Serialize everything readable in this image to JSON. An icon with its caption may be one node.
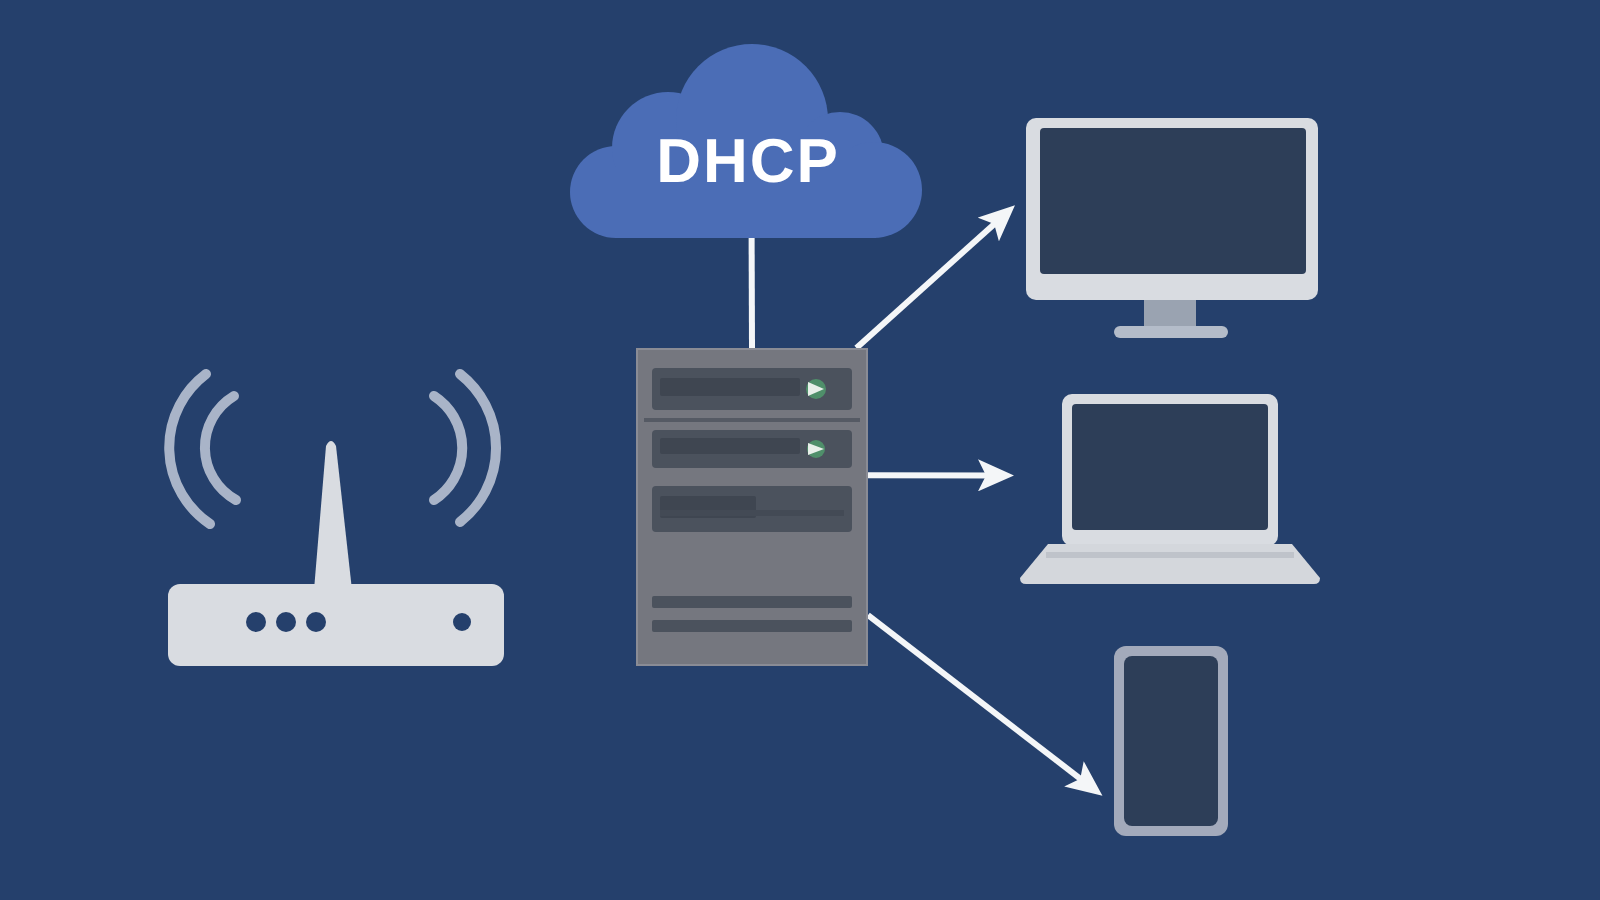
{
  "diagram": {
    "nodes": [
      {
        "text": [
          "DHCP"
        ]
      },
      {
        "text": [],
        "shape": "picture"
      },
      {
        "text": [],
        "shape": "picture"
      },
      {
        "text": [],
        "shape": "picture"
      },
      {
        "text": [],
        "shape": "picture"
      },
      {
        "text": [],
        "shape": "picture"
      }
    ],
    "edges": [
      {
        "from": 0,
        "to": 2,
        "arrow": "none"
      },
      {
        "from": 2,
        "to": 3,
        "arrow": "to"
      },
      {
        "from": 2,
        "to": 4,
        "arrow": "to"
      },
      {
        "from": 2,
        "to": 5,
        "arrow": "to"
      }
    ]
  }
}
